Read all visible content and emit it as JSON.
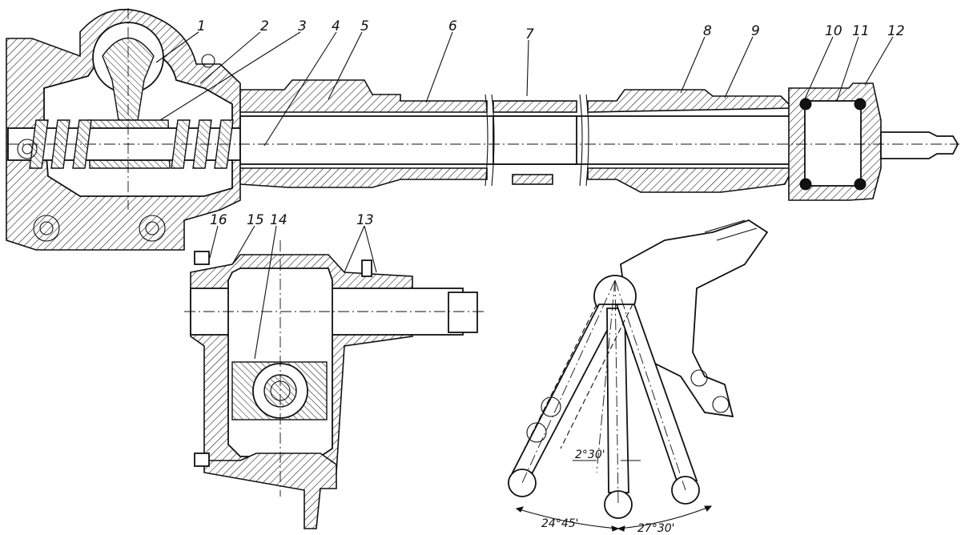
{
  "callouts": [
    {
      "id": "1",
      "label": "1"
    },
    {
      "id": "2",
      "label": "2"
    },
    {
      "id": "3",
      "label": "3"
    },
    {
      "id": "4",
      "label": "4"
    },
    {
      "id": "5",
      "label": "5"
    },
    {
      "id": "6",
      "label": "6"
    },
    {
      "id": "7",
      "label": "7"
    },
    {
      "id": "8",
      "label": "8"
    },
    {
      "id": "9",
      "label": "9"
    },
    {
      "id": "10",
      "label": "10"
    },
    {
      "id": "11",
      "label": "11"
    },
    {
      "id": "12",
      "label": "12"
    },
    {
      "id": "13",
      "label": "13"
    },
    {
      "id": "14",
      "label": "14"
    },
    {
      "id": "15",
      "label": "15"
    },
    {
      "id": "16",
      "label": "16"
    }
  ],
  "angles": {
    "small": "2°30'",
    "left": "24°45'",
    "right": "27°30'"
  },
  "colors": {
    "ink": "#111111",
    "paper": "#ffffff"
  }
}
